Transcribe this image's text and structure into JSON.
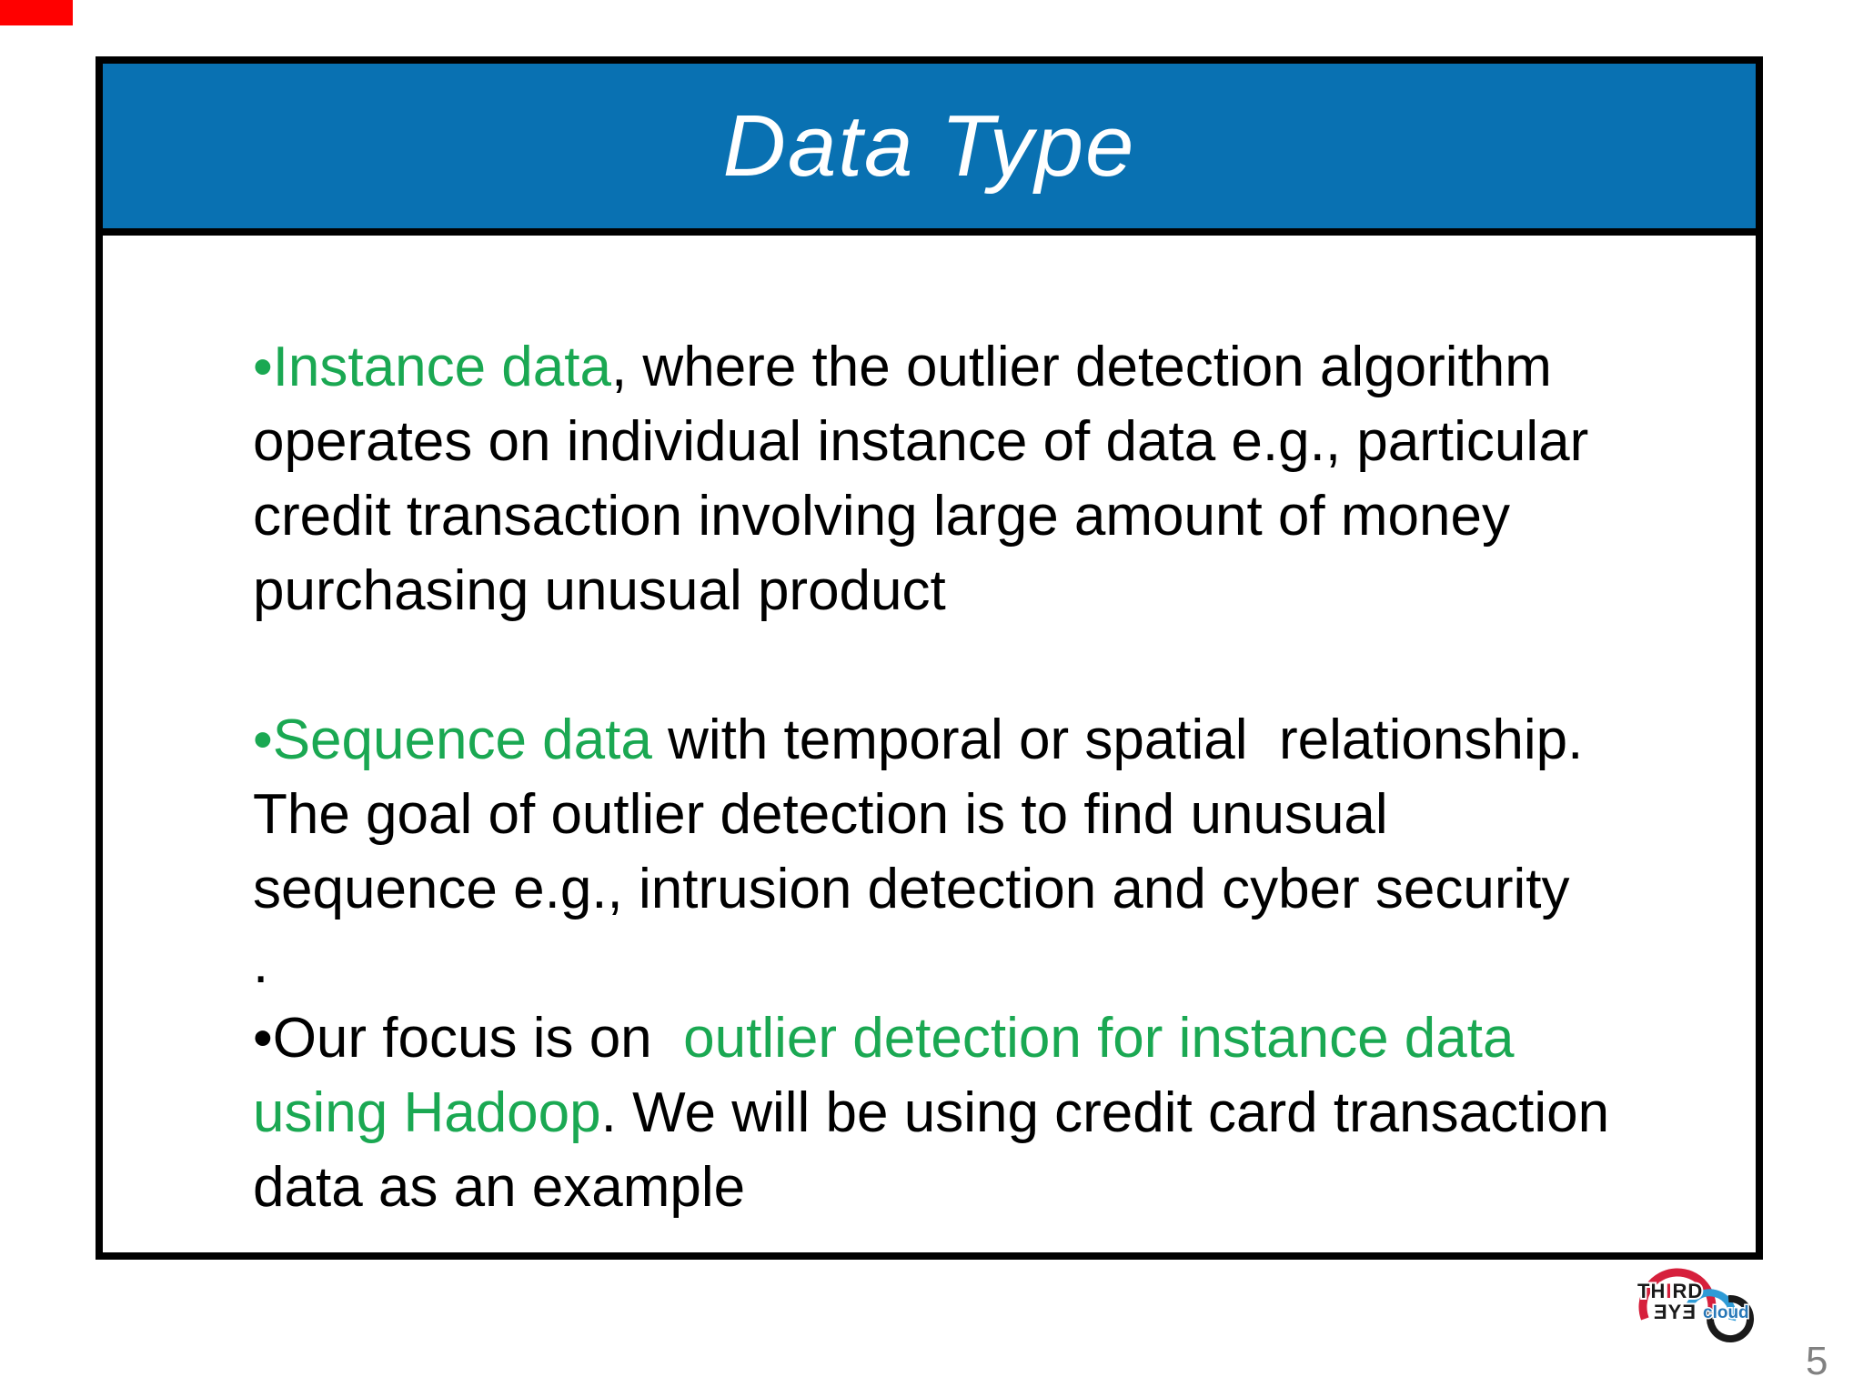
{
  "slide": {
    "title": "Data Type",
    "page_number": "5",
    "colors": {
      "header_bg": "#0971b2",
      "green_text": "#1aa852",
      "body_text": "#000000",
      "border": "#000000",
      "title_text": "#ffffff",
      "page_number": "#818181",
      "corner_mark": "#ff0000",
      "logo_red": "#d6203c",
      "logo_arc_blue": "#2e9bd6",
      "logo_text_blue": "#2878b8",
      "logo_black": "#1a1a1a"
    },
    "body": {
      "paragraphs": [
        {
          "lines": [
            [
              {
                "text": "•Instance data",
                "color": "green"
              },
              {
                "text": ", where the outlier detection algorithm",
                "color": "black"
              }
            ],
            [
              {
                "text": "operates on individual instance of data e.g., particular",
                "color": "black"
              }
            ],
            [
              {
                "text": "credit transaction involving large amount of money",
                "color": "black"
              }
            ],
            [
              {
                "text": "purchasing unusual product",
                "color": "black"
              }
            ]
          ]
        },
        {
          "lines": [
            [
              {
                "text": "•Sequence data",
                "color": "green"
              },
              {
                "text": " with temporal or spatial  relationship.",
                "color": "black"
              }
            ],
            [
              {
                "text": "The goal of outlier detection is to find unusual",
                "color": "black"
              }
            ],
            [
              {
                "text": "sequence e.g., intrusion detection and cyber security",
                "color": "black"
              }
            ],
            [
              {
                "text": ".",
                "color": "black"
              }
            ]
          ]
        },
        {
          "lines": [
            [
              {
                "text": "•Our focus is on  ",
                "color": "black"
              },
              {
                "text": "outlier detection for instance data",
                "color": "green"
              }
            ],
            [
              {
                "text": "using Hadoop",
                "color": "green"
              },
              {
                "text": ". We will be using credit card transaction",
                "color": "black"
              }
            ],
            [
              {
                "text": "data as an example",
                "color": "black"
              }
            ]
          ]
        }
      ]
    },
    "logo": {
      "word1_parts": [
        "TH",
        "I",
        "RD"
      ],
      "word2": "ƎYƎ",
      "word3": "cloud"
    }
  }
}
